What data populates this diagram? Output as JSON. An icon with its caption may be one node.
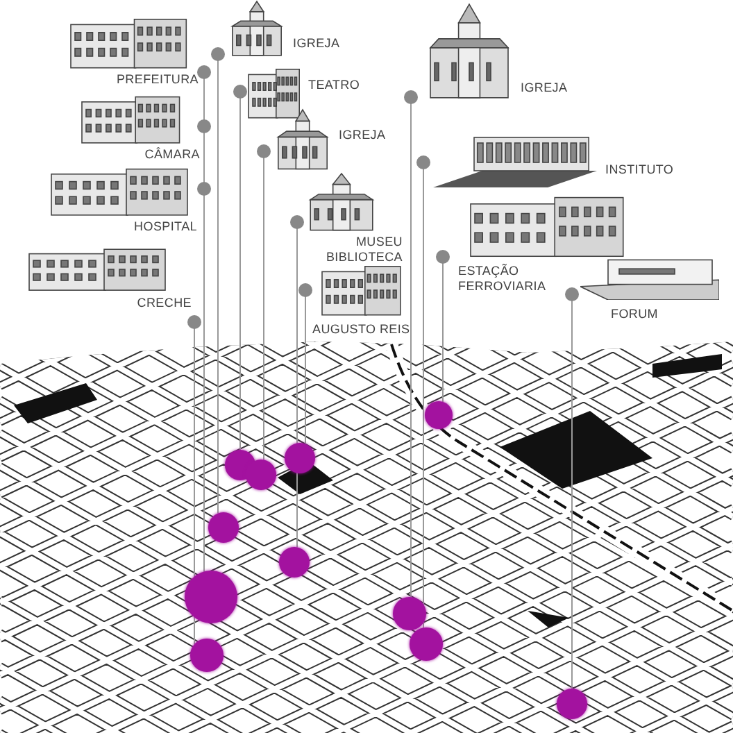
{
  "diagram": {
    "nodes": [
      {
        "text": [
          "PREFEITURA"
        ]
      },
      {
        "text": [
          "IGREJA"
        ]
      },
      {
        "text": [
          "TEATRO"
        ]
      },
      {
        "text": [
          "CÂMARA"
        ]
      },
      {
        "text": [
          "IGREJA"
        ]
      },
      {
        "text": [
          "HOSPITAL"
        ]
      },
      {
        "text": [
          "MUSEU BIBLIOTECA"
        ]
      },
      {
        "text": [
          "AUGUSTO REIS"
        ]
      },
      {
        "text": [
          "CRECHE"
        ]
      },
      {
        "text": [
          "IGREJA"
        ]
      },
      {
        "text": [
          "INSTITUTO"
        ]
      },
      {
        "text": [
          "ESTAÇÃO FERROVIARIA"
        ]
      },
      {
        "text": [
          "FORUM"
        ]
      },
      {
        "text": [],
        "shape": "circle"
      },
      {
        "text": [],
        "shape": "circle"
      },
      {
        "text": [],
        "shape": "circle"
      },
      {
        "text": [],
        "shape": "circle"
      },
      {
        "text": [],
        "shape": "circle"
      },
      {
        "text": [],
        "shape": "circle"
      },
      {
        "text": [],
        "shape": "circle"
      },
      {
        "text": [],
        "shape": "circle"
      },
      {
        "text": [],
        "shape": "circle"
      },
      {
        "text": [],
        "shape": "circle"
      },
      {
        "text": [],
        "shape": "circle"
      }
    ],
    "edges": [
      {
        "from": 0,
        "to": 19,
        "arrow": "other"
      },
      {
        "from": 1,
        "to": 17,
        "arrow": "other"
      },
      {
        "from": 2,
        "to": 15,
        "arrow": "other"
      },
      {
        "from": 3,
        "to": 19,
        "arrow": "other"
      },
      {
        "from": 4,
        "to": 16,
        "arrow": "other"
      },
      {
        "from": 5,
        "to": 19,
        "arrow": "other"
      },
      {
        "from": 6,
        "to": 18,
        "arrow": "other"
      },
      {
        "from": 7,
        "to": 14,
        "arrow": "other"
      },
      {
        "from": 8,
        "to": 22,
        "arrow": "other"
      },
      {
        "from": 9,
        "to": 20,
        "arrow": "other"
      },
      {
        "from": 10,
        "to": 21,
        "arrow": "other"
      },
      {
        "from": 11,
        "to": 13,
        "arrow": "other"
      },
      {
        "from": 12,
        "to": 23,
        "arrow": "other"
      }
    ]
  }
}
